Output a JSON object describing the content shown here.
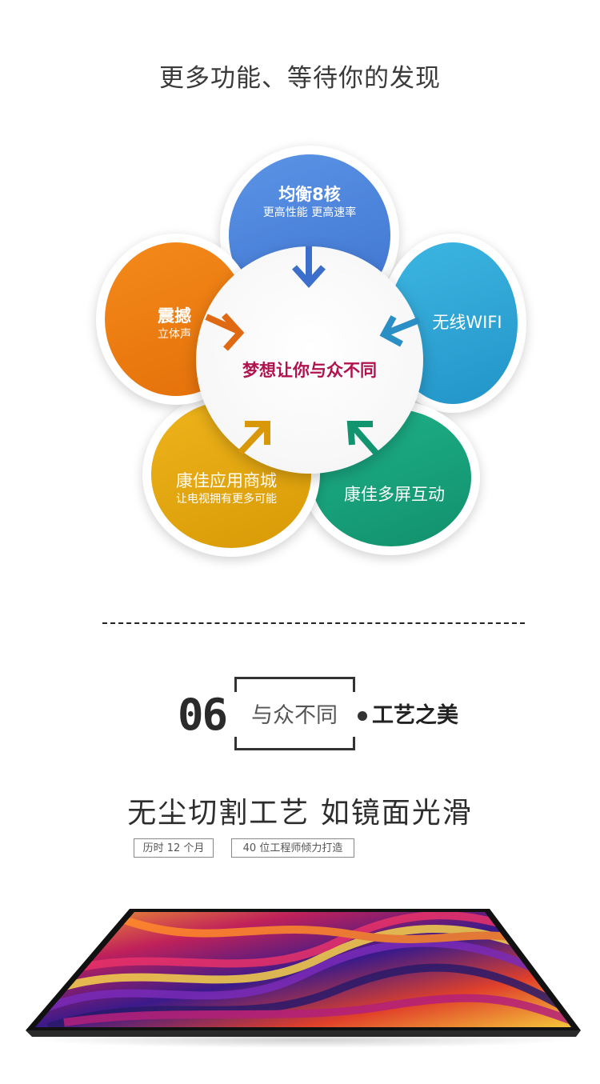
{
  "heading": "更多功能、等待你的发现",
  "features": {
    "center": "梦想让你与众不同",
    "petals": [
      {
        "id": "octa",
        "title": "均衡8核",
        "subtitle": "更高性能 更高速率",
        "color": "#4e86dc"
      },
      {
        "id": "wifi",
        "title": "无线WIFI",
        "subtitle": "",
        "color": "#2ea7d6"
      },
      {
        "id": "multiscreen",
        "title": "康佳多屏互动",
        "subtitle": "",
        "color": "#1aa37e"
      },
      {
        "id": "appstore",
        "title": "康佳应用商城",
        "subtitle": "让电视拥有更多可能",
        "color": "#e2a80f"
      },
      {
        "id": "sound",
        "title": "震撼",
        "subtitle": "立体声",
        "color": "#f07e0e"
      }
    ],
    "arrow_color": "#e35c1a"
  },
  "section": {
    "number": "06",
    "subtitle_light": "与众不同",
    "subtitle_bold": "工艺之美"
  },
  "craft": {
    "title": "无尘切割工艺  如镜面光滑",
    "tags": [
      "历时 12 个月",
      "40 位工程师倾力打造"
    ]
  }
}
